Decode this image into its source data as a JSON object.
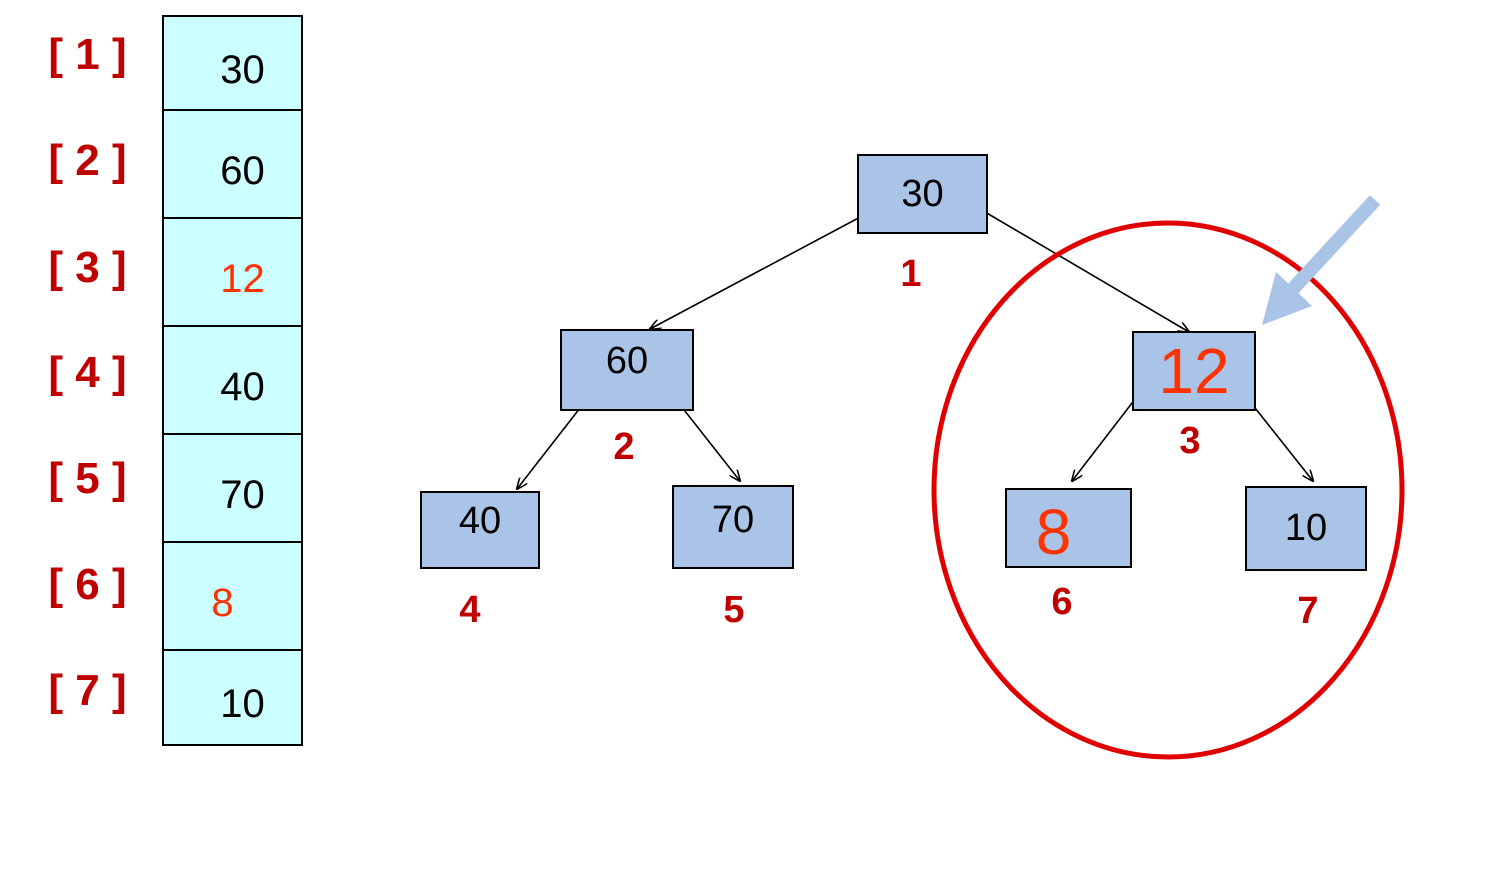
{
  "colors": {
    "index_label": "#c00000",
    "highlight": "#ff3300",
    "array_fill": "#ccffff",
    "node_fill": "#a9c4e6",
    "circle": "#e00000",
    "arrow": "#a9c4e6"
  },
  "array": {
    "indices": [
      "[ 1 ]",
      "[ 2 ]",
      "[ 3 ]",
      "[ 4 ]",
      "[ 5 ]",
      "[ 6 ]",
      "[ 7 ]"
    ],
    "values": [
      "30",
      "60",
      "12",
      "40",
      "70",
      "8",
      "10"
    ],
    "highlighted": [
      false,
      false,
      true,
      false,
      false,
      true,
      false
    ]
  },
  "tree": {
    "nodes": [
      {
        "value": "30",
        "number": "1"
      },
      {
        "value": "60",
        "number": "2"
      },
      {
        "value": "12",
        "number": "3"
      },
      {
        "value": "40",
        "number": "4"
      },
      {
        "value": "70",
        "number": "5"
      },
      {
        "value": "8",
        "number": "6"
      },
      {
        "value": "10",
        "number": "7"
      }
    ]
  }
}
